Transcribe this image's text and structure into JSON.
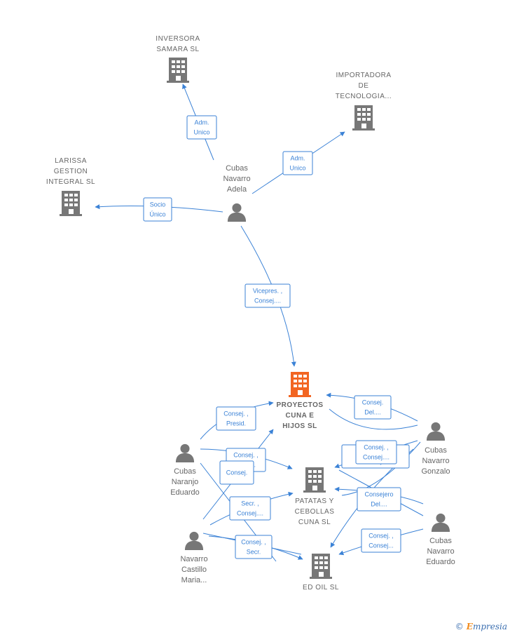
{
  "companies": [
    {
      "id": "inversora",
      "lines": [
        "INVERSORA",
        "SAMARA SL"
      ],
      "focus": false
    },
    {
      "id": "importadora",
      "lines": [
        "IMPORTADORA",
        "DE",
        "TECNOLOGIA..."
      ],
      "focus": false
    },
    {
      "id": "larissa",
      "lines": [
        "LARISSA",
        "GESTION",
        "INTEGRAL SL"
      ],
      "focus": false
    },
    {
      "id": "proyectos",
      "lines": [
        "PROYECTOS",
        "CUNA E",
        "HIJOS SL"
      ],
      "focus": true
    },
    {
      "id": "patatas",
      "lines": [
        "PATATAS Y",
        "CEBOLLAS",
        "CUNA SL"
      ],
      "focus": false
    },
    {
      "id": "edoil",
      "lines": [
        "ED OIL SL"
      ],
      "focus": false
    }
  ],
  "people": [
    {
      "id": "adela",
      "lines": [
        "Cubas",
        "Navarro",
        "Adela"
      ]
    },
    {
      "id": "gonzalo",
      "lines": [
        "Cubas",
        "Navarro",
        "Gonzalo"
      ]
    },
    {
      "id": "naranjo",
      "lines": [
        "Cubas",
        "Naranjo",
        "Eduardo"
      ]
    },
    {
      "id": "eduardo",
      "lines": [
        "Cubas",
        "Navarro",
        "Eduardo"
      ]
    },
    {
      "id": "castillo",
      "lines": [
        "Navarro",
        "Castillo",
        "Maria..."
      ]
    }
  ],
  "relations": [
    {
      "id": "r1",
      "lines": [
        "Adm.",
        "Unico"
      ]
    },
    {
      "id": "r2",
      "lines": [
        "Adm.",
        "Unico"
      ]
    },
    {
      "id": "r3",
      "lines": [
        "Socio",
        "Único"
      ]
    },
    {
      "id": "r4",
      "lines": [
        "Vicepres. ,",
        "Consej...."
      ]
    },
    {
      "id": "r5",
      "lines": [
        "Consej.",
        "Del...."
      ]
    },
    {
      "id": "r6",
      "lines": [
        "Consej. ,",
        "Presid."
      ]
    },
    {
      "id": "r7",
      "lines": [
        "Consej. ,",
        "Presid."
      ]
    },
    {
      "id": "r8",
      "lines": [
        "Consej."
      ]
    },
    {
      "id": "r9",
      "lines": [
        "Consej. ,",
        "Consej...."
      ]
    },
    {
      "id": "r10",
      "lines": [
        "Consej. ,",
        "Consej...."
      ]
    },
    {
      "id": "r11",
      "lines": [
        "Consejero",
        "Del...."
      ]
    },
    {
      "id": "r12",
      "lines": [
        "Secr. ,",
        "Consej...."
      ]
    },
    {
      "id": "r13",
      "lines": [
        "Consej. ,",
        "Secr."
      ]
    },
    {
      "id": "r14",
      "lines": [
        "Consej. ,",
        "Consej..."
      ]
    }
  ],
  "brand": {
    "copyright": "©",
    "first_letter": "E",
    "rest": "mpresia"
  },
  "colors": {
    "edge": "#3b82d6",
    "node": "#777777",
    "focus": "#f26522"
  }
}
